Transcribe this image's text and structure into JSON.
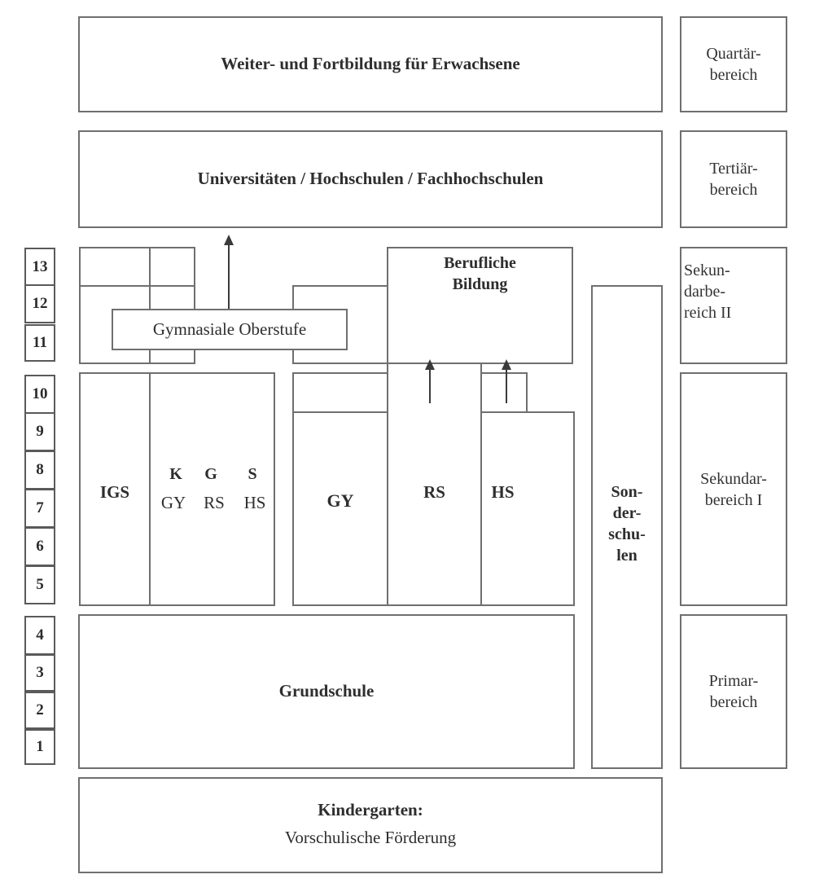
{
  "top": {
    "quartary_box": "Weiter- und Fortbildung für Erwachsene",
    "tertiary_box": "Universitäten / Hochschulen / Fachhochschulen"
  },
  "upper_secondary": {
    "gymnasiale_oberstufe": "Gymnasiale Oberstufe",
    "berufliche_bildung": "Berufliche\nBildung"
  },
  "lower_secondary": {
    "igs": "IGS",
    "kgs_top": [
      "K",
      "G",
      "S"
    ],
    "kgs_bottom": [
      "GY",
      "RS",
      "HS"
    ],
    "gy": "GY",
    "rs": "RS",
    "hs": "HS"
  },
  "sonderschulen": "Son-\nder-\nschu-\nlen",
  "grundschule": "Grundschule",
  "kindergarten": {
    "line1": "Kindergarten:",
    "line2": "Vorschulische Förderung"
  },
  "grades": [
    "13",
    "12",
    "11",
    "10",
    "9",
    "8",
    "7",
    "6",
    "5",
    "4",
    "3",
    "2",
    "1"
  ],
  "areas": {
    "quartaer": "Quartär-\nbereich",
    "tertiaer": "Tertiär-\nbereich",
    "sek2": "Sekun-\ndarbe-\nreich II",
    "sek1": "Sekundar-\nbereich I",
    "primar": "Primar-\nbereich"
  }
}
